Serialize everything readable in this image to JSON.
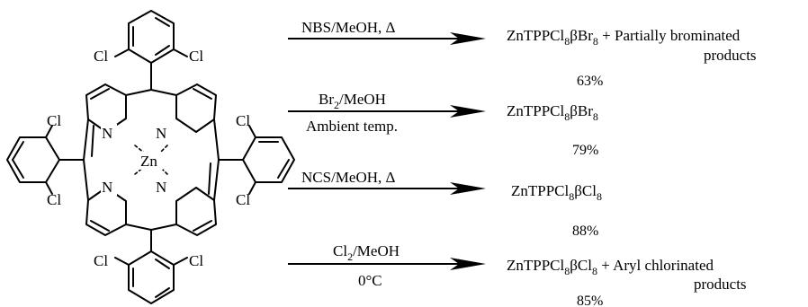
{
  "structure": {
    "atoms": {
      "n": "N",
      "zn": "Zn",
      "cl": "Cl"
    }
  },
  "reactions": [
    {
      "reagent_above": "NBS/MeOH, Δ",
      "reagent_below": "",
      "product_main": "ZnTPPCl",
      "product_rest": " + Partially brominated",
      "product_line2": "products",
      "yield": "63%"
    },
    {
      "reagent_above": "Br",
      "reagent_above_rest": "/MeOH",
      "reagent_below": "Ambient temp.",
      "product_main": "ZnTPPCl",
      "product_rest": "",
      "yield": "79%"
    },
    {
      "reagent_above": "NCS/MeOH, Δ",
      "reagent_below": "",
      "product_main": "ZnTPPCl",
      "product_rest": "",
      "yield": "88%"
    },
    {
      "reagent_above": "Cl",
      "reagent_above_rest": "/MeOH",
      "reagent_below": "0°C",
      "product_main": "ZnTPPCl",
      "product_rest": " + Aryl chlorinated",
      "product_line2": "products",
      "yield": "85%"
    }
  ],
  "subscripts": {
    "eight": "8",
    "two": "2",
    "beta": "β",
    "br": "Br",
    "cl": "Cl"
  }
}
